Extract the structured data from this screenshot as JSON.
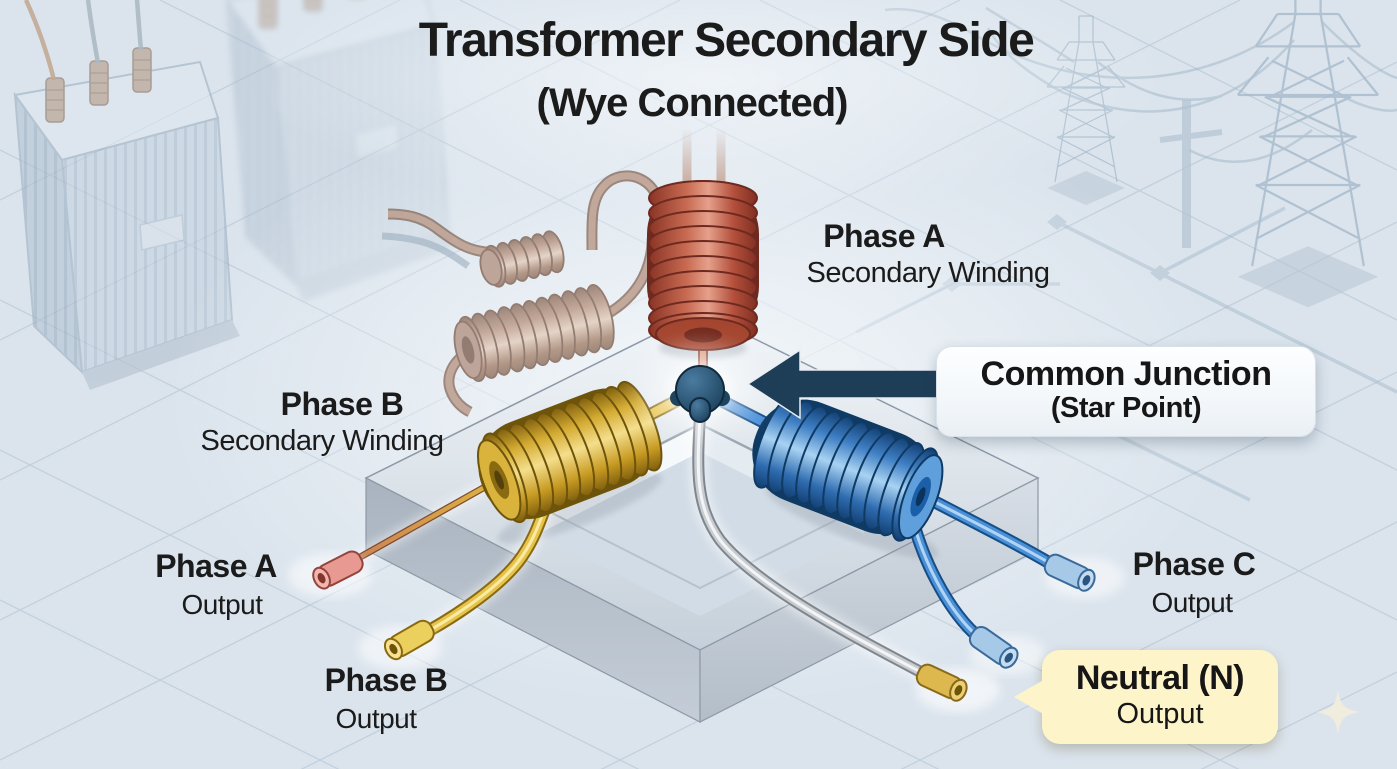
{
  "title": {
    "line1": "Transformer Secondary Side",
    "line2": "(Wye Connected)"
  },
  "labels": {
    "phase_a_winding": {
      "name": "Phase A",
      "desc": "Secondary Winding"
    },
    "phase_b_winding": {
      "name": "Phase B",
      "desc": "Secondary Winding"
    },
    "common_junction": {
      "name": "Common Junction",
      "desc": "(Star Point)"
    },
    "phase_a_output": {
      "name": "Phase A",
      "desc": "Output"
    },
    "phase_b_output": {
      "name": "Phase B",
      "desc": "Output"
    },
    "phase_c_output": {
      "name": "Phase C",
      "desc": "Output"
    },
    "neutral_output": {
      "name": "Neutral (N)",
      "desc": "Output"
    }
  },
  "colors": {
    "phase_a_winding": "#b5503e",
    "phase_b_winding": "#e8c44a",
    "phase_c_winding": "#4a90d9",
    "neutral_wire": "#c9cdd1",
    "neutral_terminal": "#dcb84e",
    "junction_node": "#27516f",
    "arrow": "#1e3d57",
    "junction_callout_bg": "#f8fafc",
    "neutral_callout_bg": "#fdf5c9",
    "background": "#dbe4ed",
    "text": "#1b1b1b"
  }
}
